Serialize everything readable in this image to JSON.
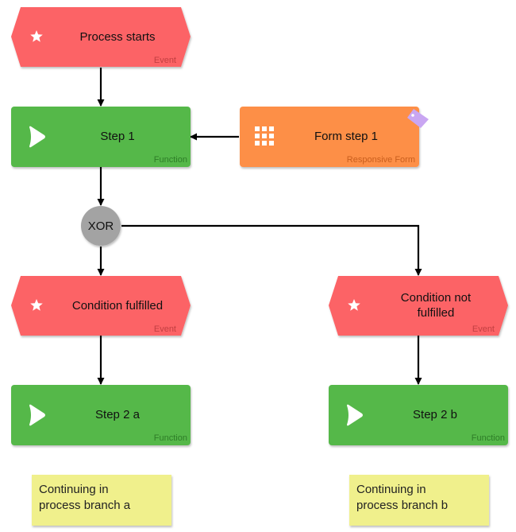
{
  "colors": {
    "event": "#fc6466",
    "event_type_text": "#c23f41",
    "function": "#55b848",
    "function_type_text": "#2e7d28",
    "form": "#fd8f47",
    "form_type_text": "#c95e1d",
    "gateway": "#a3a3a3",
    "note": "#f0f08c",
    "connector": "#000000",
    "tag": "#c9a6f2"
  },
  "nodes": {
    "process_starts": {
      "label": "Process starts",
      "type": "Event",
      "icon": "star-icon"
    },
    "step1": {
      "label": "Step 1",
      "type": "Function",
      "icon": "play-icon"
    },
    "form_step1": {
      "label": "Form step 1",
      "type": "Responsive Form",
      "icon": "grid-icon"
    },
    "xor": {
      "label": "XOR"
    },
    "condition_fulfilled": {
      "label": "Condition fulfilled",
      "type": "Event",
      "icon": "star-icon"
    },
    "condition_not_fulfilled": {
      "label_line1": "Condition not",
      "label_line2": "fulfilled",
      "type": "Event",
      "icon": "star-icon"
    },
    "step2a": {
      "label": "Step 2 a",
      "type": "Function",
      "icon": "play-icon"
    },
    "step2b": {
      "label": "Step 2 b",
      "type": "Function",
      "icon": "play-icon"
    }
  },
  "notes": {
    "branch_a": {
      "line1": "Continuing in",
      "line2": "process branch a"
    },
    "branch_b": {
      "line1": "Continuing in",
      "line2": "process branch b"
    }
  }
}
